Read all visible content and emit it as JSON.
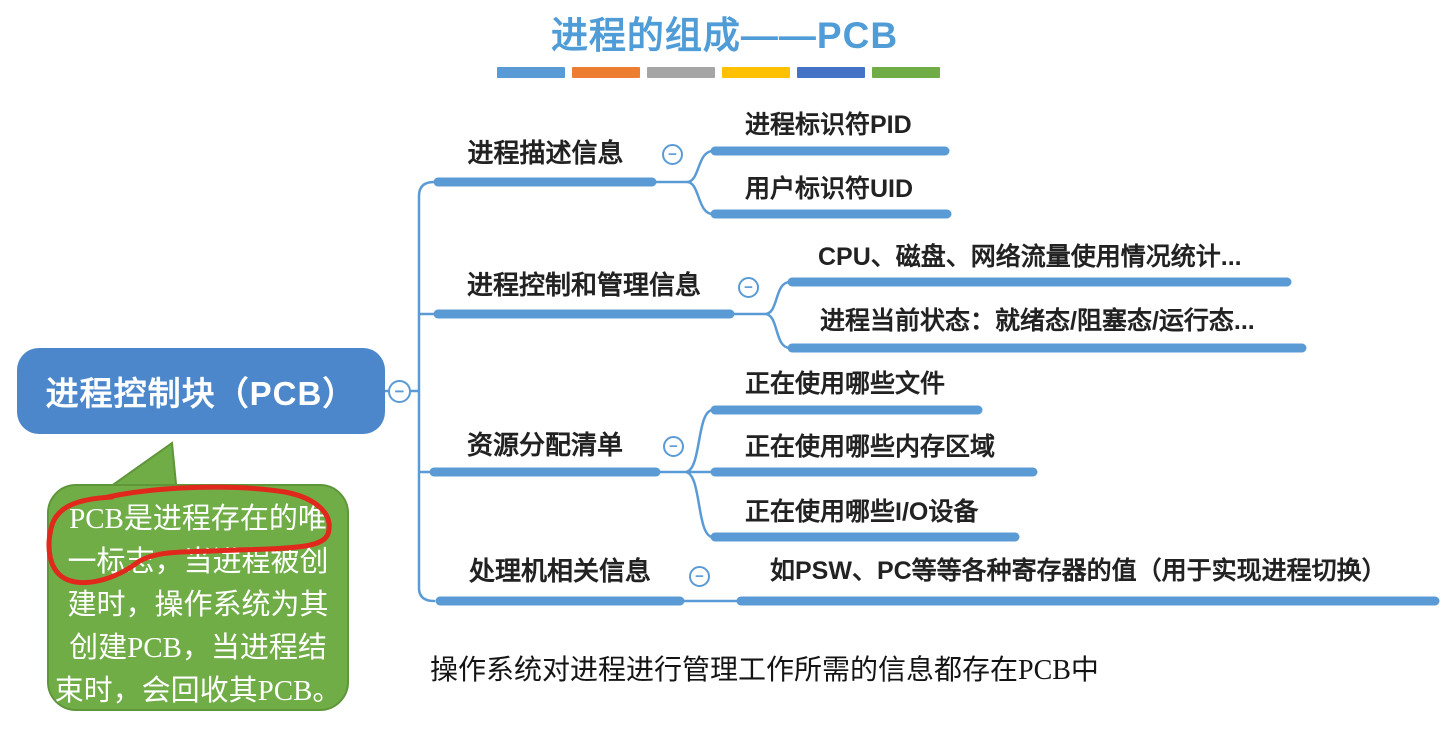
{
  "header": {
    "title": "进程的组成——PCB",
    "underline_bar_colors": [
      "#5b9bd5",
      "#ed7d31",
      "#a5a5a5",
      "#ffc000",
      "#4472c4",
      "#70ad47"
    ]
  },
  "colors": {
    "title_text": "#4f9cd7",
    "map_line": "#5b9bd5",
    "root_fill": "#4c87cb",
    "root_text": "#ffffff",
    "bubble_fill": "#70ad47",
    "bubble_border": "#5f9639",
    "annotation_red": "#e1281c",
    "label_text": "#222222"
  },
  "mindmap": {
    "collapse_glyph": "−",
    "root": {
      "label": "进程控制块（PCB）"
    },
    "branches": [
      {
        "label": "进程描述信息",
        "children": [
          "进程标识符PID",
          "用户标识符UID"
        ]
      },
      {
        "label": "进程控制和管理信息",
        "children": [
          "CPU、磁盘、网络流量使用情况统计...",
          "进程当前状态：就绪态/阻塞态/运行态..."
        ]
      },
      {
        "label": "资源分配清单",
        "children": [
          "正在使用哪些文件",
          "正在使用哪些内存区域",
          "正在使用哪些I/O设备"
        ]
      },
      {
        "label": "处理机相关信息",
        "children": [
          "如PSW、PC等等各种寄存器的值（用于实现进程切换）"
        ]
      }
    ]
  },
  "note_bubble": {
    "lines": [
      "PCB是进程存在的唯",
      "一标志，当进程被创",
      "建时，操作系统为其",
      "创建PCB，当进程结",
      "束时，会回收其PCB。"
    ]
  },
  "caption": "操作系统对进程进行管理工作所需的信息都存在PCB中"
}
